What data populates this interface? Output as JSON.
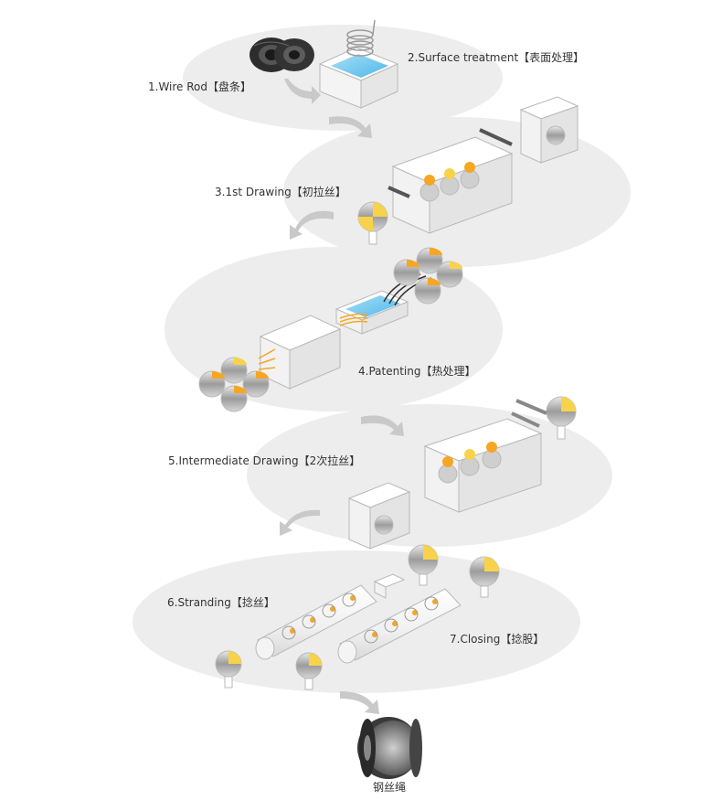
{
  "steps": [
    {
      "label": "1.Wire Rod【盘条】"
    },
    {
      "label": "2.Surface treatment【表面处理】"
    },
    {
      "label": "3.1st Drawing【初拉丝】"
    },
    {
      "label": "4.Patenting【热处理】"
    },
    {
      "label": "5.Intermediate Drawing【2次拉丝】"
    },
    {
      "label": "6.Stranding【捻丝】"
    },
    {
      "label": "7.Closing【捻股】"
    }
  ],
  "final_product": {
    "label": "钢丝绳"
  },
  "colors": {
    "background_blob": "#ededed",
    "machine_fill": "#ffffff",
    "machine_stroke": "#b9b9b9",
    "accent_orange": "#f5a623",
    "accent_yellow": "#f8d24a",
    "water_blue": "#6fc6ee",
    "arrow_gray": "#c9c9c9",
    "coil_dark": "#2d2d2d",
    "spool_gray": "#9a9a9a"
  }
}
